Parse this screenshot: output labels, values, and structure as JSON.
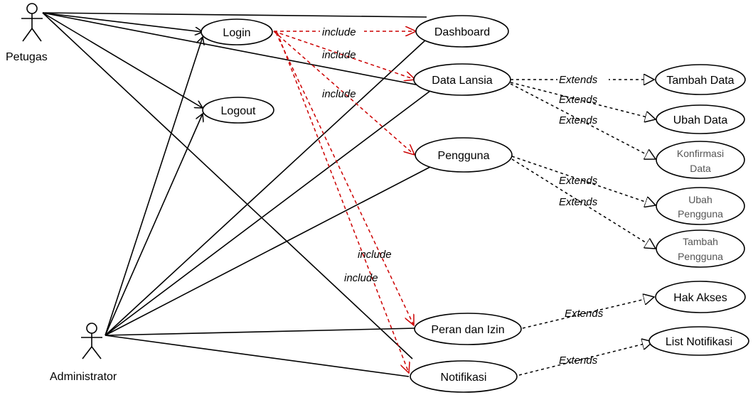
{
  "actors": {
    "petugas": "Petugas",
    "administrator": "Administrator"
  },
  "use_cases": {
    "login": "Login",
    "logout": "Logout",
    "dashboard": "Dashboard",
    "data_lansia": "Data Lansia",
    "pengguna": "Pengguna",
    "peran_izin": "Peran dan Izin",
    "notifikasi": "Notifikasi",
    "tambah_data": "Tambah Data",
    "ubah_data": "Ubah Data",
    "konfirmasi_data_line1": "Konfirmasi",
    "konfirmasi_data_line2": "Data",
    "ubah_pengguna_line1": "Ubah",
    "ubah_pengguna_line2": "Pengguna",
    "tambah_pengguna_line1": "Tambah",
    "tambah_pengguna_line2": "Pengguna",
    "hak_akses": "Hak Akses",
    "list_notifikasi": "List Notifikasi"
  },
  "relations": {
    "include": "include",
    "extends": "Extends"
  },
  "colors": {
    "include_line": "#cc0000",
    "association_line": "#000000",
    "extend_line": "#000000"
  }
}
